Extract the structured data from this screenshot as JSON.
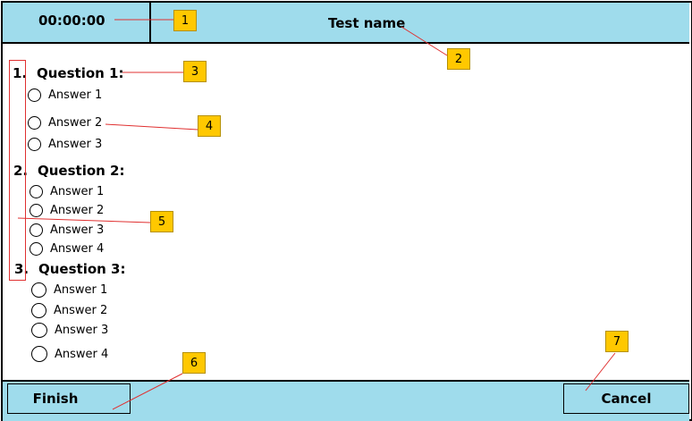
{
  "header": {
    "timer": "00:00:00",
    "test_name": "Test name"
  },
  "questions": [
    {
      "number": "1.",
      "title": "Question 1:",
      "answers": [
        "Answer 1",
        "Answer 2",
        "Answer 3"
      ]
    },
    {
      "number": "2.",
      "title": "Question 2:",
      "answers": [
        "Answer 1",
        "Answer 2",
        "Answer 3",
        "Answer 4"
      ]
    },
    {
      "number": "3.",
      "title": "Question 3:",
      "answers": [
        "Answer 1",
        "Answer 2",
        "Answer 3",
        "Answer 4"
      ]
    }
  ],
  "footer": {
    "finish_label": "Finish",
    "cancel_label": "Cancel"
  },
  "callouts": [
    "1",
    "2",
    "3",
    "4",
    "5",
    "6",
    "7"
  ],
  "colors": {
    "panel": "#9fdcec",
    "callout": "#ffc800",
    "leader_line": "#e03030"
  }
}
